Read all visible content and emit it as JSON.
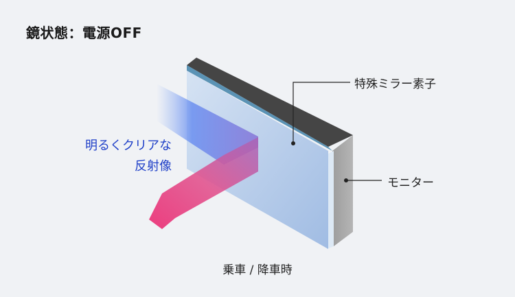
{
  "title": "鏡状態：電源OFF",
  "labels": {
    "mirror_element": "特殊ミラー素子",
    "monitor": "モニター"
  },
  "reflection": {
    "line1": "明るくクリアな",
    "line2": "反射像"
  },
  "caption": "乗車 / 降車時",
  "colors": {
    "reflection_text": "#1e3fc8",
    "mirror_glass": "#a9c3e8",
    "mirror_edge": "#5b93b5",
    "device_top": "#4a4a4a",
    "monitor_side": "#a8a8a8",
    "arrow_start": "#e23a7a",
    "arrow_end": "#4a6ee8"
  }
}
